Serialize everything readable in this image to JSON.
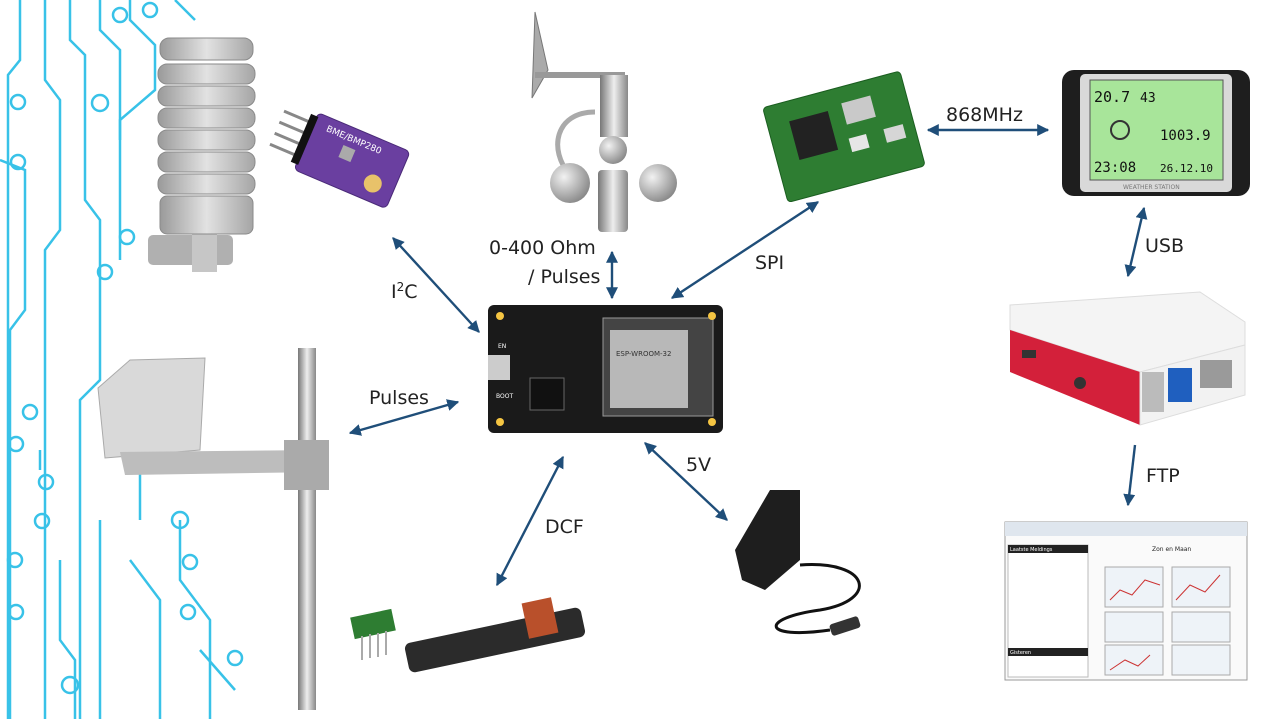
{
  "labels": {
    "i2c_main": "I",
    "i2c_sup": "2",
    "i2c_tail": "C",
    "resistance": "0-400 Ohm",
    "pulses_top": "/ Pulses",
    "spi": "SPI",
    "frequency": "868MHz",
    "usb": "USB",
    "pulses_left": "Pulses",
    "dcf": "DCF",
    "power": "5V",
    "ftp": "FTP"
  },
  "board_text": {
    "en": "EN",
    "boot": "BOOT",
    "module": "ESP-WROOM-32"
  },
  "sensor_text": "BME/BMP280",
  "display_text": {
    "temp": "20.7",
    "hum": "43",
    "press": "1003.9",
    "time": "23:08",
    "date": "26.12.10",
    "footer": "WEATHER STATION"
  },
  "web_text": {
    "title": "Zon en Maan",
    "left_header": "Laatste Meldings",
    "left_header2": "Gisteren"
  },
  "colors": {
    "arrow": "#1f4e79",
    "circuit": "#38c2e8",
    "board": "#1a1a1a",
    "rf_pcb": "#2e7d32",
    "sensor_pcb": "#6a3fa0",
    "pi_red": "#d3203a",
    "lcd_green": "#a8e59a"
  }
}
